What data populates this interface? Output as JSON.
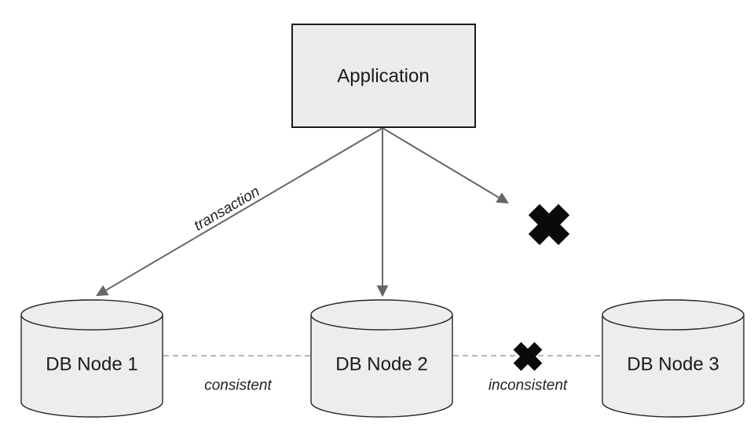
{
  "diagram": {
    "application": {
      "label": "Application"
    },
    "db_nodes": [
      {
        "label": "DB Node 1"
      },
      {
        "label": "DB Node 2"
      },
      {
        "label": "DB Node 3"
      }
    ],
    "edge_labels": {
      "transaction": "transaction",
      "consistent": "consistent",
      "inconsistent": "inconsistent"
    },
    "icons": {
      "failure_cross_glyph": "✖",
      "failure_cross_meaning": "failed / broken link"
    },
    "colors": {
      "background": "#ffffff",
      "node_fill": "#ececec",
      "node_stroke": "#1a1a1a",
      "arrow": "#666666",
      "dashed_line": "#8c8c8c",
      "cross": "#0a0a0a",
      "text": "#1a1a1a"
    }
  }
}
